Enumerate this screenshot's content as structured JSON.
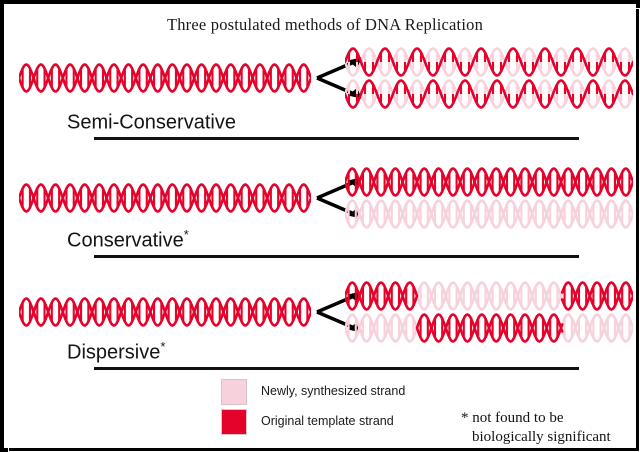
{
  "title": "Three postulated methods of DNA Replication",
  "colors": {
    "original_strand": "#e4032b",
    "new_strand": "#f7d2dc",
    "text": "#141414",
    "rule": "#111111",
    "border": "#000000",
    "background": "#ffffff"
  },
  "methods": [
    {
      "id": "semi-conservative",
      "label": "Semi-Conservative",
      "footnote_marker": "",
      "parent": {
        "strand_a": "original",
        "strand_b": "original"
      },
      "daughters": [
        {
          "strand_a": "original",
          "strand_b": "new"
        },
        {
          "strand_a": "new",
          "strand_b": "original"
        }
      ]
    },
    {
      "id": "conservative",
      "label": "Conservative",
      "footnote_marker": "*",
      "parent": {
        "strand_a": "original",
        "strand_b": "original"
      },
      "daughters": [
        {
          "strand_a": "original",
          "strand_b": "original"
        },
        {
          "strand_a": "new",
          "strand_b": "new"
        }
      ]
    },
    {
      "id": "dispersive",
      "label": "Dispersive",
      "footnote_marker": "*",
      "parent": {
        "strand_a": "original",
        "strand_b": "original"
      },
      "daughters": [
        {
          "segments": [
            "original",
            "new",
            "new",
            "original"
          ]
        },
        {
          "segments": [
            "new",
            "original",
            "original",
            "new"
          ]
        }
      ]
    }
  ],
  "legend": {
    "items": [
      {
        "swatch": "new",
        "label": "Newly, synthesized strand"
      },
      {
        "swatch": "original",
        "label": "Original template strand"
      }
    ]
  },
  "footnote": {
    "line1": "* not found to be",
    "line2": "biologically significant"
  },
  "chart_data": {
    "type": "diagram",
    "title": "Three postulated methods of DNA Replication",
    "description": "Comparison of three hypothesized DNA replication mechanisms, each showing one parent double helix replicating into two daughter double helices.",
    "legend": [
      "Newly, synthesized strand",
      "Original template strand"
    ],
    "rows": [
      {
        "method": "Semi-Conservative",
        "parent": "fully original",
        "daughter_1": "one original strand + one new strand",
        "daughter_2": "one original strand + one new strand",
        "asterisk": false
      },
      {
        "method": "Conservative",
        "parent": "fully original",
        "daughter_1": "both strands original",
        "daughter_2": "both strands new",
        "asterisk": true
      },
      {
        "method": "Dispersive",
        "parent": "fully original",
        "daughter_1": "alternating segments original/new",
        "daughter_2": "alternating segments new/original",
        "asterisk": true
      }
    ],
    "annotation": "* not found to be biologically significant"
  }
}
